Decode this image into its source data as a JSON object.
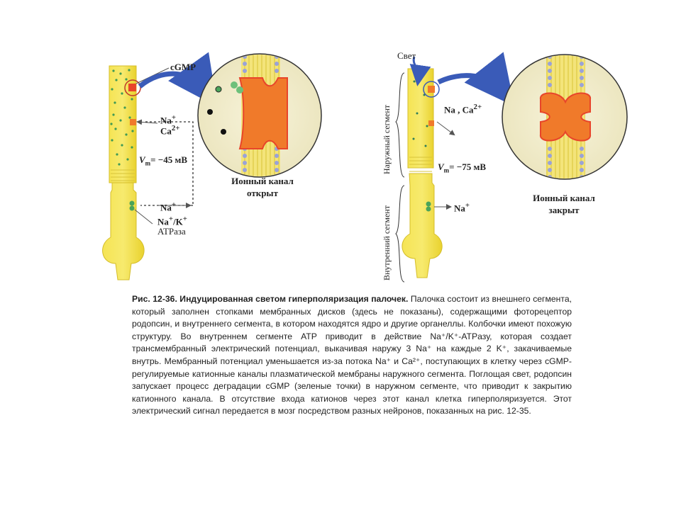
{
  "left_panel": {
    "cgmp_label": "cGMP",
    "na_ca_label_1": "Na",
    "na_ca_label_2": "Ca",
    "vm_label": "V",
    "vm_value": "= −45 мВ",
    "na_out_label": "Na",
    "pump_label_1": "Na",
    "pump_label_2": "/K",
    "pump_label_3": "ATPаза",
    "channel_caption_1": "Ионный канал",
    "channel_caption_2": "открыт"
  },
  "right_panel": {
    "light_label": "Свет",
    "outer_segment_label": "Наружный сегмент",
    "inner_segment_label": "Внутренний сегмент",
    "na_ca_label": "Na , Ca",
    "vm_label": "V",
    "vm_value": "= −75 мВ",
    "na_label": "Na",
    "channel_caption_1": "Ионный канал",
    "channel_caption_2": "закрыт"
  },
  "caption": {
    "heading": "Рис. 12-36. Индуцированная светом гиперполяризация палочек.",
    "body": " Палочка состоит из внешнего сегмента, который заполнен стопками мембранных дисков (здесь не показаны), содержащими фоторецептор родопсин, и внутреннего сегмента, в котором находятся ядро и другие органеллы. Колбочки имеют похожую структуру. Во внутреннем сегменте ATP приводит в действие Na⁺/K⁺-ATPазу, которая создает трансмембранный электрический потенциал, выкачивая наружу 3 Na⁺ на каждые 2 K⁺, закачиваемые внутрь. Мембранный потенциал уменьшается из-за потока Na⁺ и Ca²⁺, поступающих в клетку через cGMP-регулируемые катионные каналы плазматической мембраны наружного сегмента. Поглощая свет, родопсин запускает процесс деградации cGMP (зеленые точки) в наружном сегменте, что приводит к закрытию катионного канала. В отсутствие входа катионов через этот канал клетка гиперполяризуется. Этот электрический сигнал передается в мозг посредством разных нейронов, показанных на рис. 12-35."
  },
  "colors": {
    "cell_yellow": "#f2df3c",
    "cell_light": "#f8ee8e",
    "membrane_blue": "#9aa2d8",
    "channel_orange": "#f07a2a",
    "channel_red": "#e8452a",
    "arrow_blue": "#3a5bb8",
    "cgmp_green": "#4aa45a"
  }
}
